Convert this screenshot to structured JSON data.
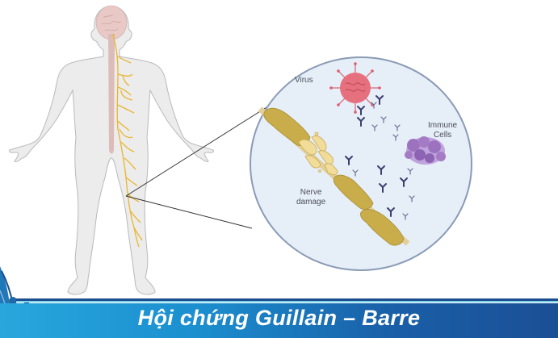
{
  "illustration": {
    "subject": "human-body-nervous-system",
    "labels": {
      "virus": "Virus",
      "immune_cells_line1": "Immune",
      "immune_cells_line2": "Cells",
      "nerve_damage_line1": "Nerve",
      "nerve_damage_line2": "damage"
    },
    "colors": {
      "body": "#ececec",
      "body_outline": "#b9b9b9",
      "brain": "#e8c9c6",
      "spinal_cord": "#dcbcb9",
      "nerves": "#e8b62e",
      "circle_fill": "#e6eef8",
      "circle_border": "#8a9bb5",
      "virus": "#e6707e",
      "antibody": "#3e3f6e",
      "immune_cells": "#a47bc4",
      "myelin": "#c9ad4a",
      "axon": "#e2cf9c"
    }
  },
  "banner": {
    "title": "Hội chứng Guillain – Barre",
    "gradient_start": "#28a7dd",
    "gradient_end": "#1b4f95"
  }
}
